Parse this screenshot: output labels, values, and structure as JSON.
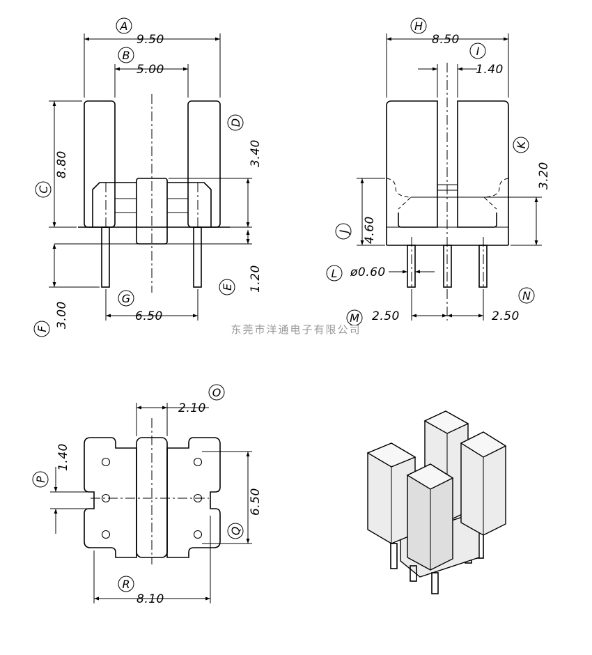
{
  "dimensions": {
    "A": "9.50",
    "B": "5.00",
    "C": "8.80",
    "D": "3.40",
    "E": "1.20",
    "F": "3.00",
    "G": "6.50",
    "H": "8.50",
    "I": "1.40",
    "J": "4.60",
    "K": "3.20",
    "L": "ø0.60",
    "M": "2.50",
    "N": "2.50",
    "O": "2.10",
    "P": "1.40",
    "Q": "6.50",
    "R": "8.10"
  },
  "labels": [
    "A",
    "B",
    "C",
    "D",
    "E",
    "F",
    "G",
    "H",
    "I",
    "J",
    "K",
    "L",
    "M",
    "N",
    "O",
    "P",
    "Q",
    "R"
  ],
  "watermark": "东莞市洋通电子有限公司"
}
